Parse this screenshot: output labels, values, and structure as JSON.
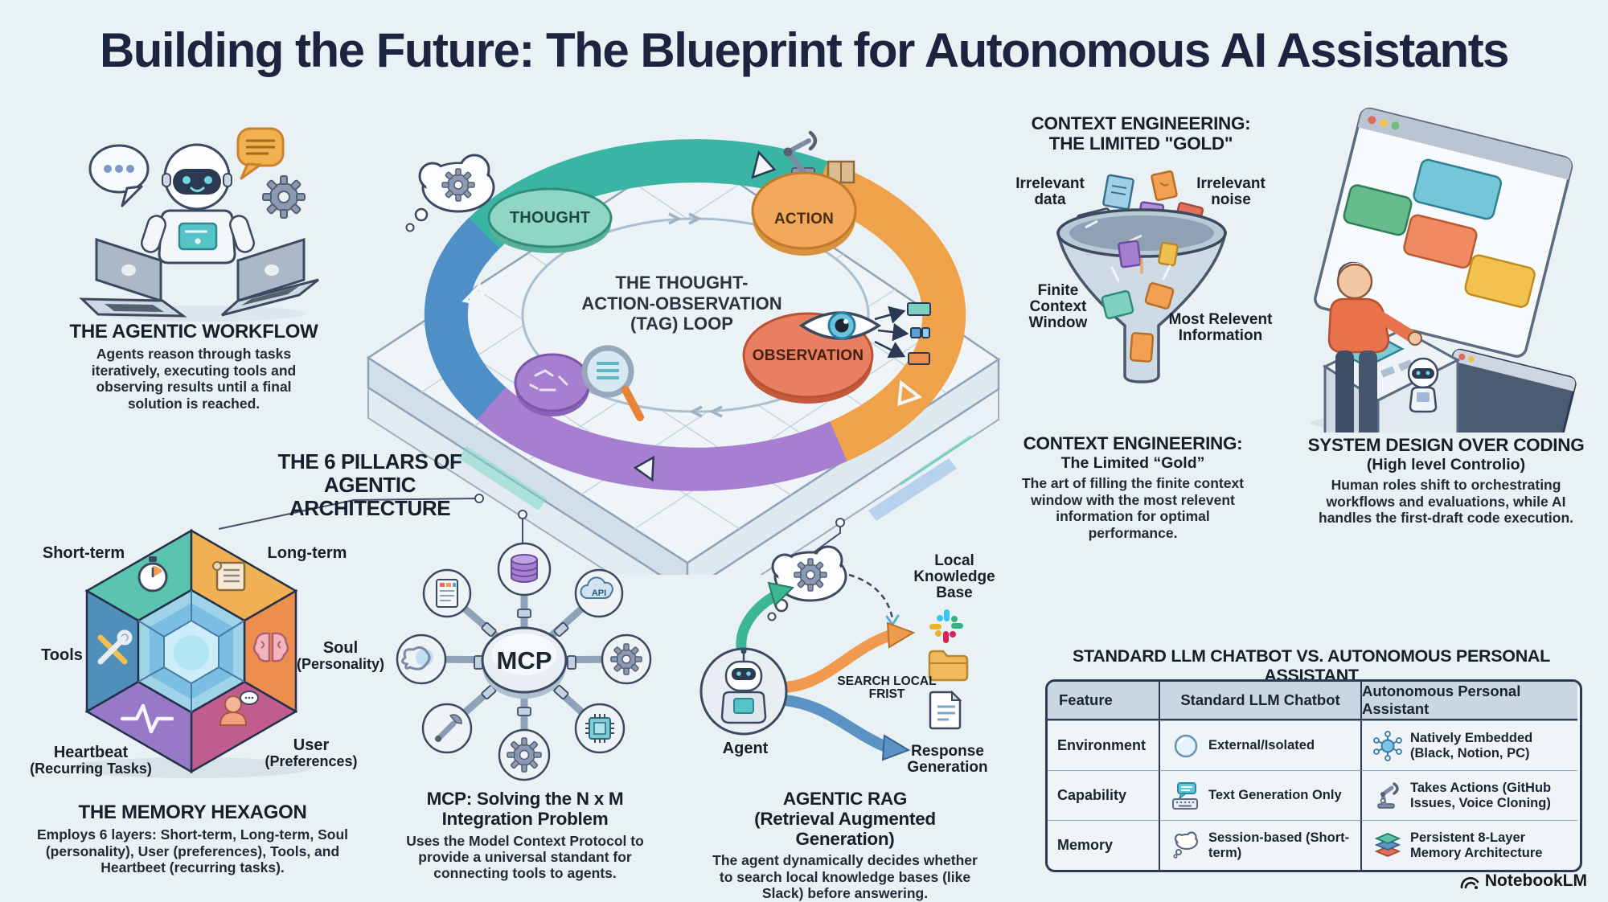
{
  "page": {
    "title": "Building the Future: The Blueprint for Autonomous AI Assistants",
    "brand": "NotebookLM",
    "background": "#e9f1f4"
  },
  "agentic_workflow": {
    "heading": "THE AGENTIC WORKFLOW",
    "body": "Agents reason through tasks iteratively, executing tools and observing results until a final solution is reached."
  },
  "tag_loop": {
    "line1": "THE THOUGHT-",
    "line2": "ACTION-OBSERVATION",
    "line3": "(TAG) LOOP",
    "thought_label": "THOUGHT",
    "action_label": "ACTION",
    "observation_label": "OBSERVATION"
  },
  "context_funnel": {
    "heading1": "CONTEXT ENGINEERING:",
    "heading2": "THE LIMITED \"GOLD\"",
    "irrelevant_data": "Irrelevant data",
    "irrelevant_noise": "Irrelevant noise",
    "finite_window": "Finite Context Window",
    "most_relevant": "Most Relevent Information"
  },
  "context_caption": {
    "heading1": "CONTEXT ENGINEERING:",
    "heading2": "The Limited “Gold”",
    "body": "The art of filling the finite context window with the most relevent information for optimal performance."
  },
  "system_design": {
    "heading1": "SYSTEM DESIGN OVER CODING",
    "heading2": "(High level Controlio)",
    "body": "Human roles shift to orchestrating workflows and evaluations, while AI handles the first-draft code execution."
  },
  "pillars": {
    "heading1": "THE 6 PILLARS OF",
    "heading2": "AGENTIC ARCHITECTURE"
  },
  "hexagon": {
    "short_term": "Short-term",
    "long_term": "Long-term",
    "tools": "Tools",
    "soul1": "Soul",
    "soul2": "(Personality)",
    "heartbeat1": "Heartbeat",
    "heartbeat2": "(Recurring Tasks)",
    "user1": "User",
    "user2": "(Preferences)"
  },
  "memory_caption": {
    "heading": "THE MEMORY HEXAGON",
    "body": "Employs 6 layers: Short-term, Long-term, Soul (personality), User (preferences), Tools, and Heartbeet (recurring tasks)."
  },
  "mcp": {
    "hub_label": "MCP",
    "api_label": "API",
    "heading1": "MCP: Solving the N x M",
    "heading2": "Integration Problem",
    "body": "Uses the Model Context Protocol to provide a universal standant for connecting tools to agents."
  },
  "rag": {
    "agent_label": "Agent",
    "knowledge_base_label": "Local Knowledge Base",
    "search_label": "SEARCH LOCAL FRIST",
    "response_label": "Response Generation",
    "heading1": "AGENTIC RAG",
    "heading2": "(Retrieval Augmented Generation)",
    "body": "The agent dynamically decides whether to search local knowledge bases (like Slack) before answering."
  },
  "comparison": {
    "title": "STANDARD LLM CHATBOT VS. AUTONOMOUS PERSONAL ASSISTANT",
    "headers": [
      "Feature",
      "Standard LLM Chatbot",
      "Autonomous Personal Assistant"
    ],
    "rows": [
      {
        "feature": "Environment",
        "chatbot": "External/Isolated",
        "chatbot_icon": "bubble-icon",
        "assistant": "Natively Embedded (Black, Notion, PC)",
        "assistant_icon": "network-icon"
      },
      {
        "feature": "Capability",
        "chatbot": "Text Generation Only",
        "chatbot_icon": "chat-keyboard-icon",
        "assistant": "Takes Actions (GitHub Issues, Voice Cloning)",
        "assistant_icon": "robot-arm-icon"
      },
      {
        "feature": "Memory",
        "chatbot": "Session-based (Short-term)",
        "chatbot_icon": "thought-cloud-icon",
        "assistant": "Persistent 8-Layer Memory Architecture",
        "assistant_icon": "layers-icon"
      }
    ]
  },
  "colors": {
    "teal_arc": "#3ab5a3",
    "blue_arc": "#4e8fc7",
    "orange_arc": "#f0a24a",
    "purple_arc": "#a77fd0",
    "observation_disc": "#e87f60",
    "table_border": "#2b3a55",
    "slack": [
      "#36C5F0",
      "#2EB67D",
      "#ECB22E",
      "#E01E5A"
    ]
  }
}
